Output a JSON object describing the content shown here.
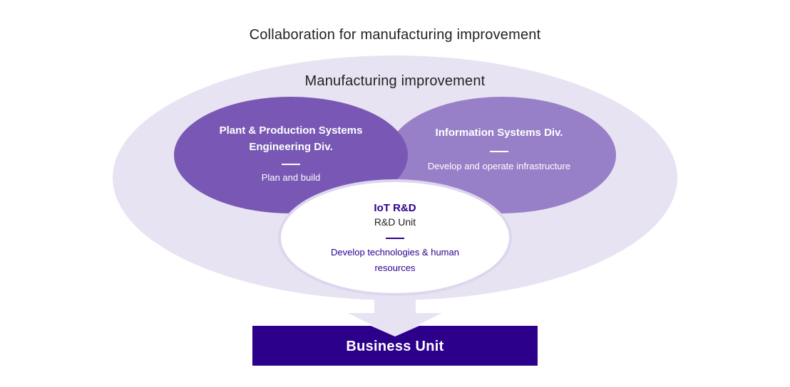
{
  "title": "Collaboration for manufacturing improvement",
  "outer": {
    "label": "Manufacturing improvement"
  },
  "plant_div": {
    "title": "Plant & Production Systems Engineering Div.",
    "desc": "Plan and build"
  },
  "info_div": {
    "title": "Information Systems Div.",
    "desc": "Develop and operate infrastructure"
  },
  "iot": {
    "title": "IoT R&D",
    "subtitle": "R&D Unit",
    "desc": "Develop technologies & human resources"
  },
  "business_unit": {
    "label": "Business Unit"
  },
  "colors": {
    "outer_fill": "#e7e3f2",
    "plant_fill": "#7858b4",
    "info_fill": "#9880c8",
    "iot_fill": "#ffffff",
    "business_fill": "#2d008c",
    "accent_text": "#2d008c"
  }
}
